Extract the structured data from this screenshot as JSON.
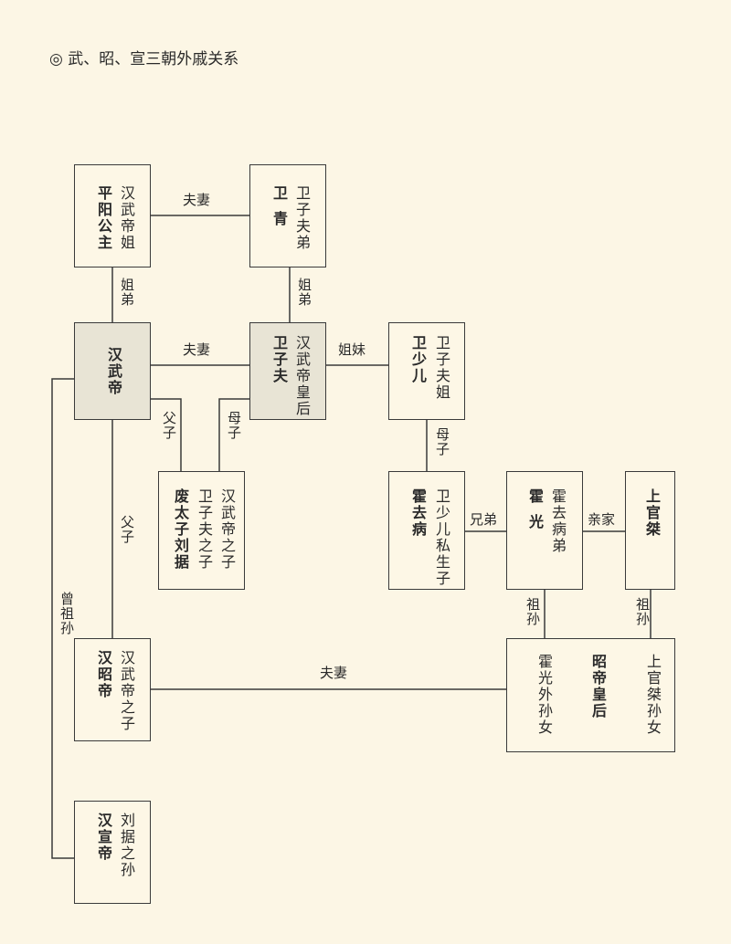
{
  "title": "◎ 武、昭、宣三朝外戚关系",
  "people": {
    "pingyang": {
      "name": "平阳公主",
      "note": "汉武帝姐"
    },
    "weiqing": {
      "name": "卫青",
      "note": "卫子夫弟"
    },
    "wudi": {
      "name": "汉武帝"
    },
    "weizifu": {
      "name": "卫子夫",
      "note": "汉武帝皇后"
    },
    "weishaoer": {
      "name": "卫少儿",
      "note": "卫子夫姐"
    },
    "liuju": {
      "name": "废太子刘据",
      "note1": "卫子夫之子",
      "note2": "汉武帝之子"
    },
    "huoqubing": {
      "name": "霍去病",
      "note": "卫少儿私生子"
    },
    "huoguang": {
      "name": "霍光",
      "note": "霍去病弟"
    },
    "shangguanjie": {
      "name": "上官桀"
    },
    "zhaodi": {
      "name": "汉昭帝",
      "note": "汉武帝之子"
    },
    "empress": {
      "name": "昭帝皇后",
      "note1": "霍光外孙女",
      "note2": "上官桀孙女"
    },
    "xuandi": {
      "name": "汉宣帝",
      "note": "刘据之孙"
    }
  },
  "relations": {
    "pingyang_weiqing": "夫妻",
    "pingyang_wudi": "姐弟",
    "weiqing_weizifu": "姐弟",
    "wudi_weizifu": "夫妻",
    "weizifu_weishaoer": "姐妹",
    "wudi_liuju": "父子",
    "weizifu_liuju": "母子",
    "wudi_zhaodi": "父子",
    "wudi_xuandi": "曾祖孙",
    "weishaoer_huoqubing": "母子",
    "huoqubing_huoguang": "兄弟",
    "huoguang_shangguanjie": "亲家",
    "huoguang_empress": "祖孙",
    "shangguanjie_empress": "祖孙",
    "zhaodi_empress": "夫妻"
  }
}
